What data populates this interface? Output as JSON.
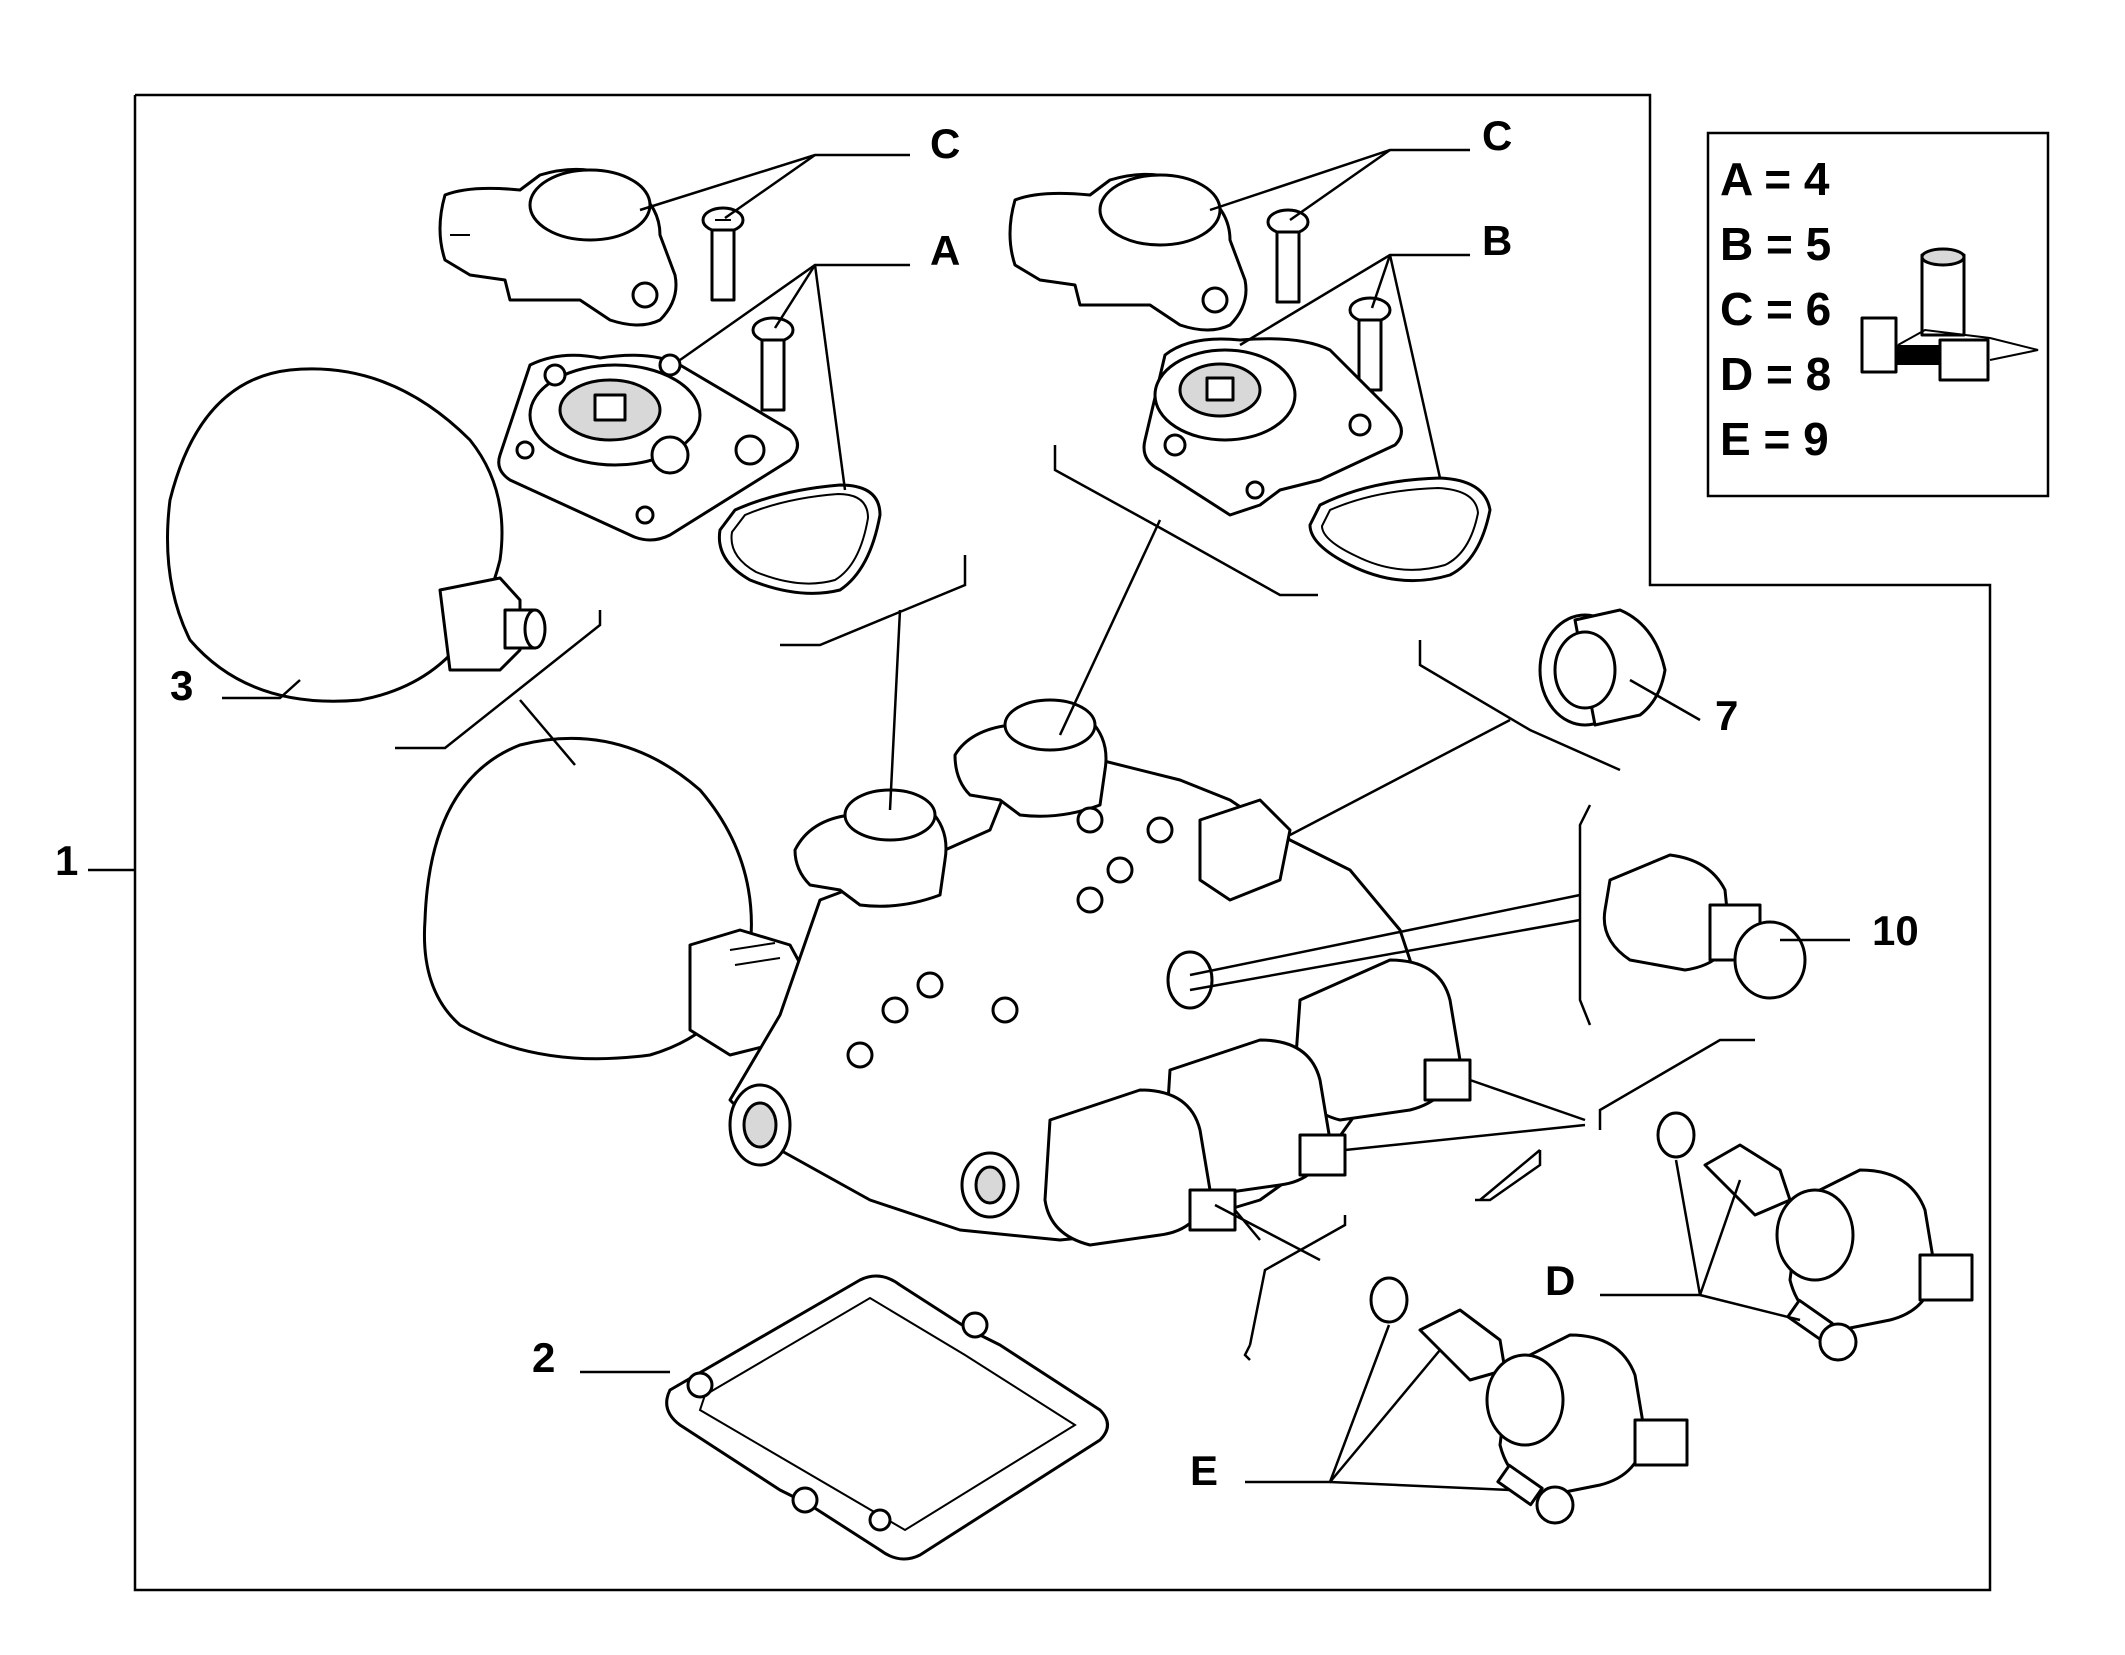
{
  "callouts": {
    "c_left": "C",
    "a": "A",
    "c_right": "C",
    "b": "B",
    "n3": "3",
    "n1": "1",
    "n7": "7",
    "n10": "10",
    "n2": "2",
    "d": "D",
    "e": "E"
  },
  "legend": {
    "rows": [
      "A = 4",
      "B = 5",
      "C = 6",
      "D = 8",
      "E = 9"
    ],
    "icon": "torque-wrench-locking-compound-icon"
  }
}
